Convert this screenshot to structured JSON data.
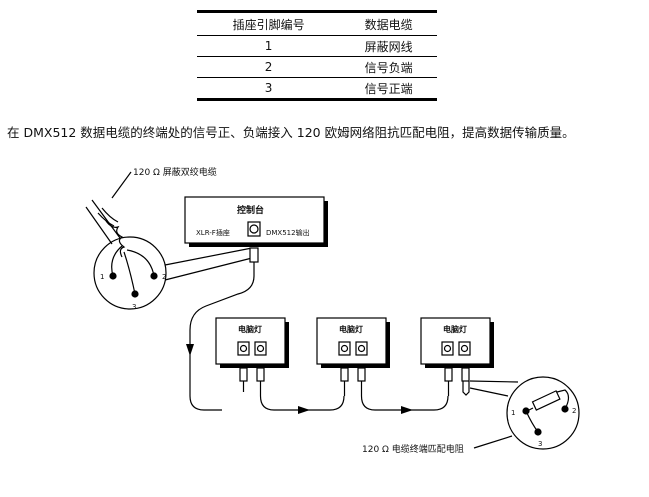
{
  "pin_table": {
    "headers": [
      "插座引脚编号",
      "数据电缆"
    ],
    "rows": [
      [
        "1",
        "屏蔽网线"
      ],
      [
        "2",
        "信号负端"
      ],
      [
        "3",
        "信号正端"
      ]
    ]
  },
  "description": "在 DMX512 数据电缆的终端处的信号正、负端接入 120 欧姆网络阻抗匹配电阻，提高数据传输质量。",
  "diagram": {
    "cable_label": "120 Ω 屏蔽双绞电缆",
    "controller": {
      "title": "控制台",
      "xlr_label": "XLR-F插座",
      "output_label": "DMX512输出"
    },
    "fixtures": [
      "电脑灯",
      "电脑灯",
      "电脑灯"
    ],
    "left_pins": [
      "1",
      "2",
      "3"
    ],
    "right_pins": [
      "1",
      "2",
      "3"
    ],
    "terminator_label": "120 Ω 电缆终端匹配电阻"
  }
}
